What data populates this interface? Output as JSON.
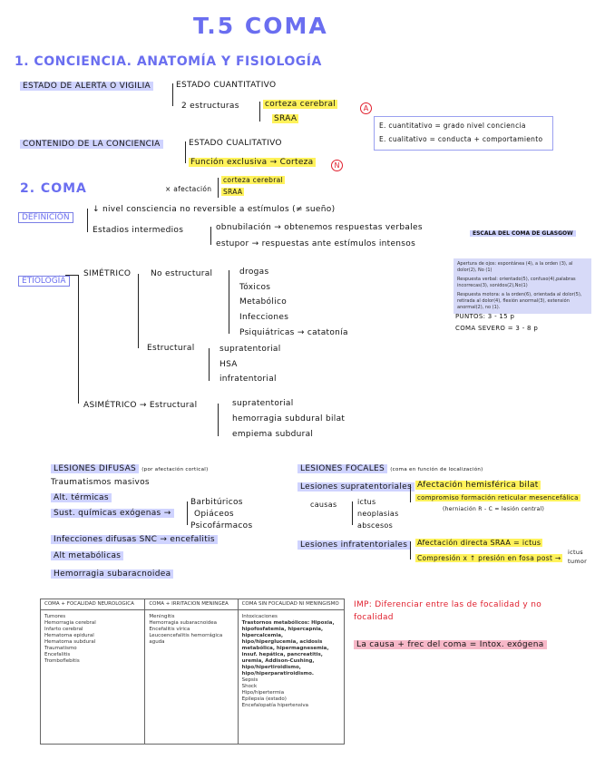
{
  "title": "T.5 COMA",
  "s1": {
    "heading": "1. CONCIENCIA. ANATOMÍA Y FISIOLOGÍA",
    "alerta": "ESTADO DE ALERTA O VIGILIA",
    "cuant": "ESTADO CUANTITATIVO",
    "estructuras": "2 estructuras",
    "corteza": "corteza cerebral",
    "sraa": "SRAA",
    "contenido": "CONTENIDO DE LA CONCIENCIA",
    "cual": "ESTADO CUALITATIVO",
    "funcion": "Función exclusiva → Corteza",
    "mark_a": "A",
    "mark_n": "N",
    "note1": "E. cuantitativo = grado nivel conciencia",
    "note2": "E. cualitativo = conducta + comportamiento"
  },
  "s2": {
    "heading": "2. COMA",
    "afectacion": "× afectación",
    "corteza2": "corteza cerebral",
    "sraa2": "SRAA",
    "definicion": "DEFINICIÓN",
    "def1": "↓ nivel consciencia no reversible a estímulos (≠ sueño)",
    "def2": "Estadios intermedios",
    "obnub": "obnubilación → obtenemos respuestas verbales",
    "estupor": "estupor → respuestas ante estímulos intensos",
    "glasgow": "ESCALA DEL COMA DE GLASGOW",
    "glasgow_box": [
      "Apertura de ojos: espontánea (4), a la orden (3), al dolor(2), No (1)",
      "Respuesta verbal: orientado(5), confuso(4),palabras incorrecas(3), sonidos(2),No(1)",
      "Respuesta motora: a la orden(6), orientada al dolor(5), retirada al dolor(4), flexión anormal(3), extensión anormal(2), no (1)."
    ],
    "puntos": "PUNTOS: 3 - 15 p",
    "severo": "COMA SEVERO = 3 - 8 p",
    "etiologia": "ETIOLOGÍA",
    "simetrico": "SIMÉTRICO",
    "no_estructural": "No estructural",
    "ne_items": [
      "drogas",
      "Tóxicos",
      "Metabólico",
      "Infecciones",
      "Psiquiátricas → catatonía"
    ],
    "estructural": "Estructural",
    "e_items": [
      "supratentorial",
      "HSA",
      "infratentorial"
    ],
    "asimetrico": "ASIMÉTRICO → Estructural",
    "a_items": [
      "supratentorial",
      "hemorragia subdural bilat",
      "empiema subdural"
    ]
  },
  "lesiones": {
    "difusas": "LESIONES DIFUSAS",
    "difusas_note": "(por afectación cortical)",
    "trauma": "Traumatismos masivos",
    "alt_term": "Alt. térmicas",
    "sust": "Sust. químicas exógenas →",
    "sust_items": [
      "Barbitúricos",
      "Opiáceos",
      "Psicofármacos"
    ],
    "infec": "Infecciones difusas SNC → encefalitis",
    "metab": "Alt metabólicas",
    "hemo": "Hemorragia subaracnoidea",
    "focales": "LESIONES FOCALES",
    "focales_note": "(coma en función de localización)",
    "supra": "Lesiones supratentoriales",
    "afect_hemi": "Afectación hemisférica bilat",
    "compromiso": "compromiso formación reticular mesencefálica",
    "herniacion": "(herniación R - C = lesión central)",
    "causas": "causas",
    "causas_items": [
      "ictus",
      "neoplasias",
      "abscesos"
    ],
    "infra": "Lesiones infratentoriales",
    "afect_sraa": "Afectación directa SRAA = ictus",
    "compresion": "Compresión x ↑ presión en fosa post →",
    "compresion_right": [
      "ictus",
      "tumor"
    ]
  },
  "table": {
    "headers": [
      "COMA + FOCALIDAD NEUROLOGICA",
      "COMA + IRRITACION MENINGEA",
      "COMA SIN FOCALIDAD NI MENINGISMO"
    ],
    "col1": [
      "Tumores",
      "Hemorragia cerebral",
      "Infarto cerebral",
      "Hematoma epidural",
      "Hematoma subdural",
      "Traumatismo",
      "Encefalitis",
      "Tromboflebitis"
    ],
    "col2": [
      "Meningitis",
      "Hemorragia subaracnoidea",
      "Encefalitis vírica",
      "Leucoencefalitis hemorrágica aguda"
    ],
    "col3": [
      "Intoxicaciones",
      "Trastornos metabólicos: Hipoxia, hipofosfatemia, hipercapnia, hipercalcemia, hipo/hiperglucemia, acidosis metabólica, hipermagnesemia, insuf. hepática, pancreatitis, uremia, Addison-Cushing, hipo/hipertiroidismo, hipo/hiperparatiroidismo.",
      "Sepsis",
      "Shock",
      "Hipo/hipertermia",
      "Epilepsia (estado)",
      "Encefalopatía hipertensiva"
    ]
  },
  "imp": "IMP: Diferenciar entre las de focalidad y no focalidad",
  "causa": "La causa + frec del coma = Intox. exógena"
}
